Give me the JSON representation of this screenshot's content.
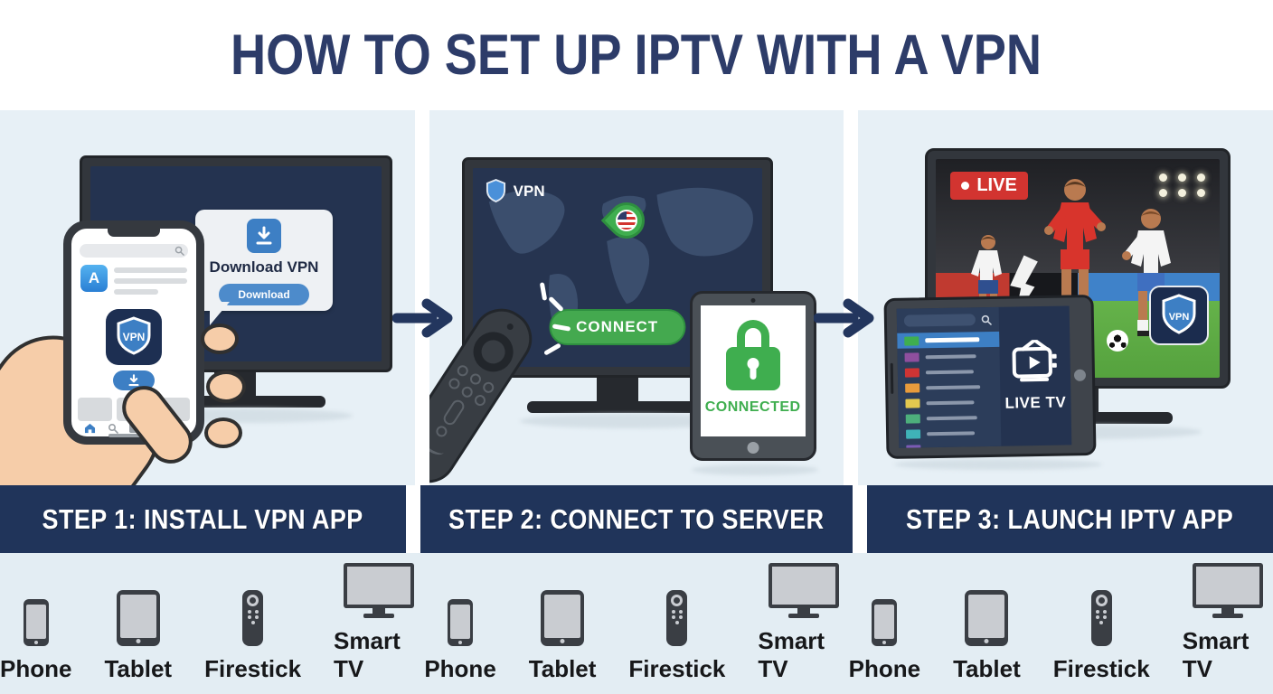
{
  "header": {
    "title": "HOW TO SET UP IPTV WITH A VPN"
  },
  "steps": [
    {
      "label": "STEP 1: INSTALL VPN APP"
    },
    {
      "label": "STEP 2: CONNECT TO SERVER"
    },
    {
      "label": "STEP 3: LAUNCH IPTV APP"
    }
  ],
  "panel1": {
    "card_title": "Download VPN",
    "card_button": "Download",
    "app_store_letter": "A",
    "vpn_app_label": "VPN"
  },
  "panel2": {
    "vpn_label": "VPN",
    "connect_button": "CONNECT",
    "connected_label": "CONNECTED"
  },
  "panel3": {
    "live_badge": "LIVE",
    "live_tv_label": "LIVE TV",
    "vpn_badge_label": "VPN"
  },
  "devices": {
    "labels": [
      "Phone",
      "Tablet",
      "Firestick",
      "Smart TV"
    ]
  },
  "colors": {
    "navy_bar": "#20345a",
    "title_navy": "#2d3c69",
    "accent_blue": "#3d7fc4",
    "green": "#3fae4f",
    "red": "#d23430",
    "panel_bg": "#e7f0f6"
  }
}
